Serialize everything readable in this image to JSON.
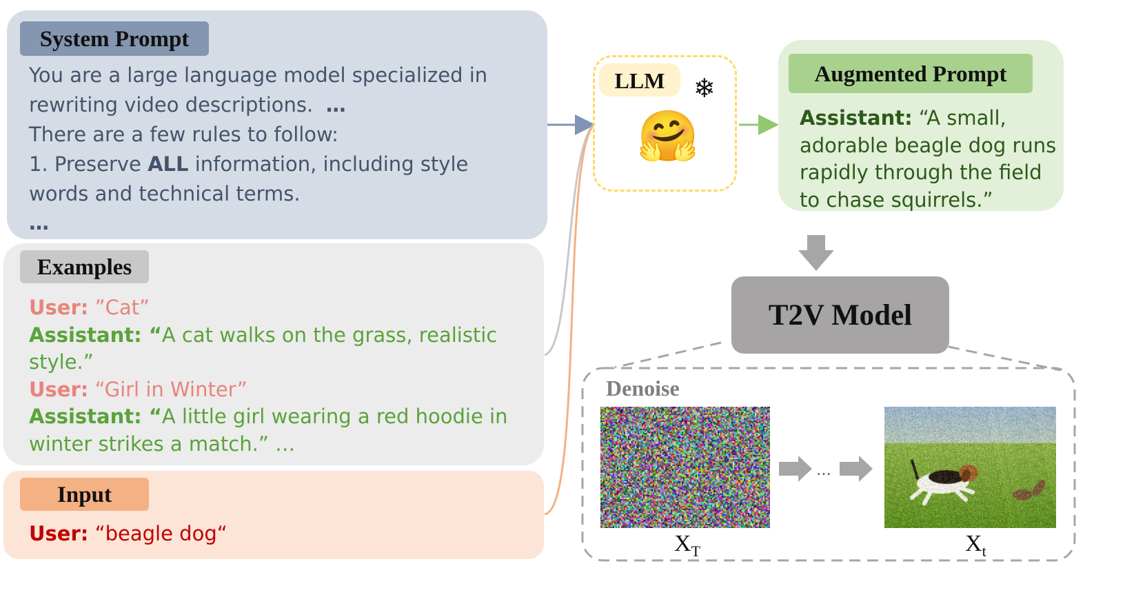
{
  "system_prompt": {
    "title": "System Prompt",
    "line1": "You are a large language model specialized in",
    "line2": "rewriting video descriptions.",
    "line2_tail": "…",
    "line3": "There are a few rules to follow:",
    "line4_a": "1. Preserve ",
    "line4_b": "ALL",
    "line4_c": " information, including style",
    "line5": "words and technical terms.",
    "line6": "…"
  },
  "examples": {
    "title": "Examples",
    "user_label": "User:",
    "user1": " ”Cat”",
    "assistant_label": "Assistant:",
    "assistant1_quote": "  “",
    "assistant1_a": "A cat walks on the grass, realistic",
    "assistant1_b": "style.”",
    "user2": " “Girl in Winter”",
    "assistant2_quote": " “",
    "assistant2_a": "A little girl wearing a red hoodie in",
    "assistant2_b": "winter strikes a match.” …"
  },
  "input": {
    "title": "Input",
    "user_label": "User:",
    "user_text": "  “beagle dog“"
  },
  "llm": {
    "label": "LLM",
    "snowflake": "❄",
    "icon": "hugging-face-emoji",
    "emoji": "🤗"
  },
  "augmented": {
    "title": "Augmented Prompt",
    "assistant_label": "Assistant:",
    "l1": " “A small,",
    "l2": "adorable beagle dog runs",
    "l3": "rapidly through the field",
    "l4": "to chase squirrels.”"
  },
  "model": {
    "label": "T2V Model"
  },
  "denoise": {
    "title": "Denoise",
    "ellipsis": "…",
    "xT_base": "X",
    "xT_sub": "T",
    "xt_base": "X",
    "xt_sub": "t"
  },
  "colors": {
    "system_bg": "#d6dce6",
    "system_tag": "#8496b0",
    "examples_bg": "#ececec",
    "examples_tag": "#c8c8c8",
    "input_bg": "#fce4d6",
    "input_tag": "#f4b183",
    "user_example": "#e8847c",
    "assistant_example": "#5aa33a",
    "input_user": "#c00000",
    "augmented_bg": "#e2f0d9",
    "augmented_tag": "#a9d18e",
    "augmented_assistant": "#2d5a1b",
    "llm_border": "#ffd966",
    "llm_tag": "#fff2cc",
    "model_bg": "#a6a4a4",
    "arrow_gray": "#a6a6a6"
  }
}
